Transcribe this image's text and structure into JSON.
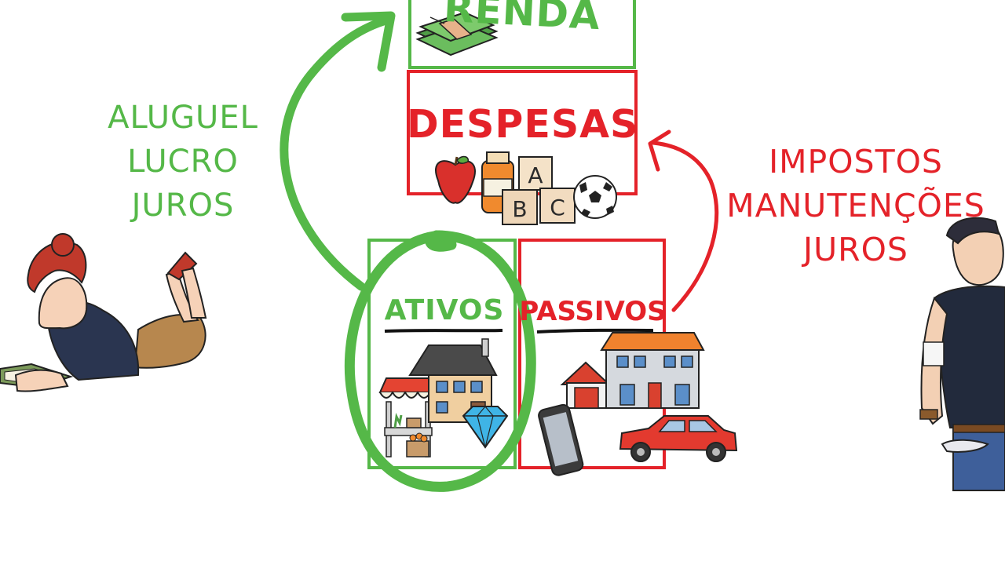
{
  "diagram": {
    "boxes": {
      "renda": "RENDA",
      "despesas": "DESPESAS",
      "ativos": "ATIVOS",
      "passivos": "PASSIVOS"
    },
    "income_sources": [
      "ALUGUEL",
      "LUCRO",
      "JUROS"
    ],
    "liability_costs": [
      "IMPOSTOS",
      "MANUTENÇÕES",
      "JUROS"
    ],
    "colors": {
      "green": "#55b848",
      "red": "#e42229"
    },
    "icons": [
      "money-stack-icon",
      "apple-icon",
      "medicine-bottle-icon",
      "abc-blocks-icon",
      "soccer-ball-icon",
      "market-stall-icon",
      "house-icon",
      "diamond-icon",
      "phone-icon",
      "garage-house-icon",
      "car-icon"
    ]
  }
}
